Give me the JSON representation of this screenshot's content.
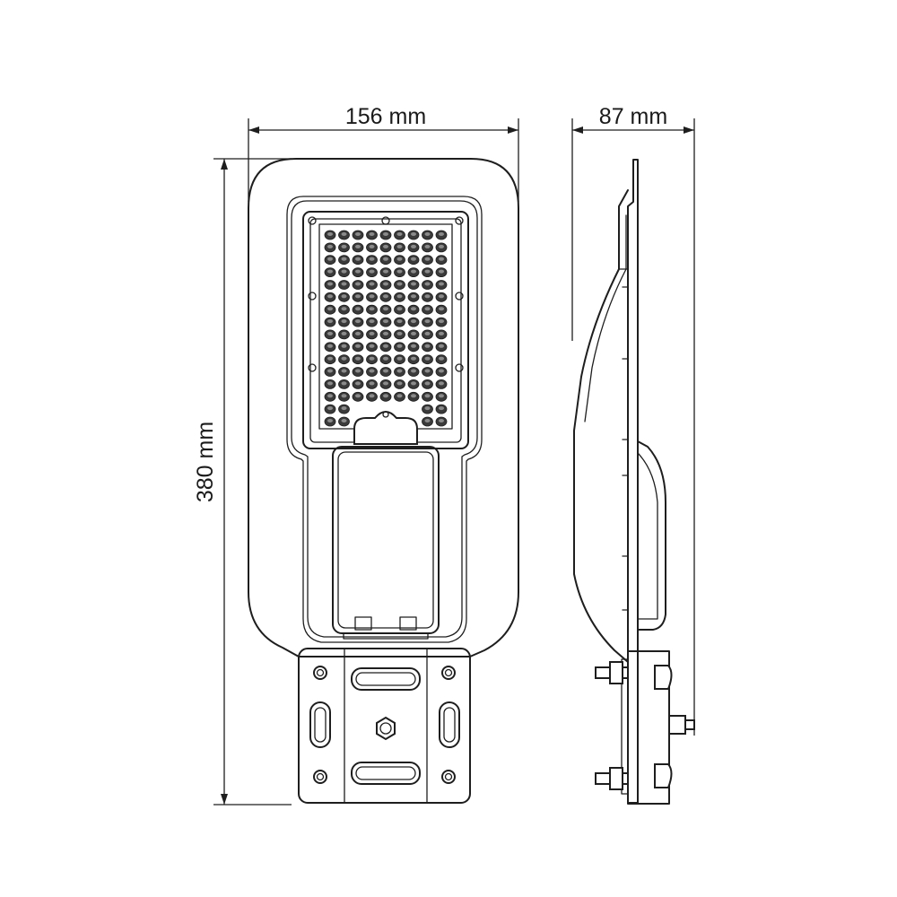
{
  "dimensions": {
    "width_label": "156 mm",
    "depth_label": "87 mm",
    "height_label": "380 mm"
  },
  "led_array": {
    "columns": 9,
    "rows": 16
  },
  "colors": {
    "line": "#1e1e1e",
    "background": "#ffffff"
  }
}
